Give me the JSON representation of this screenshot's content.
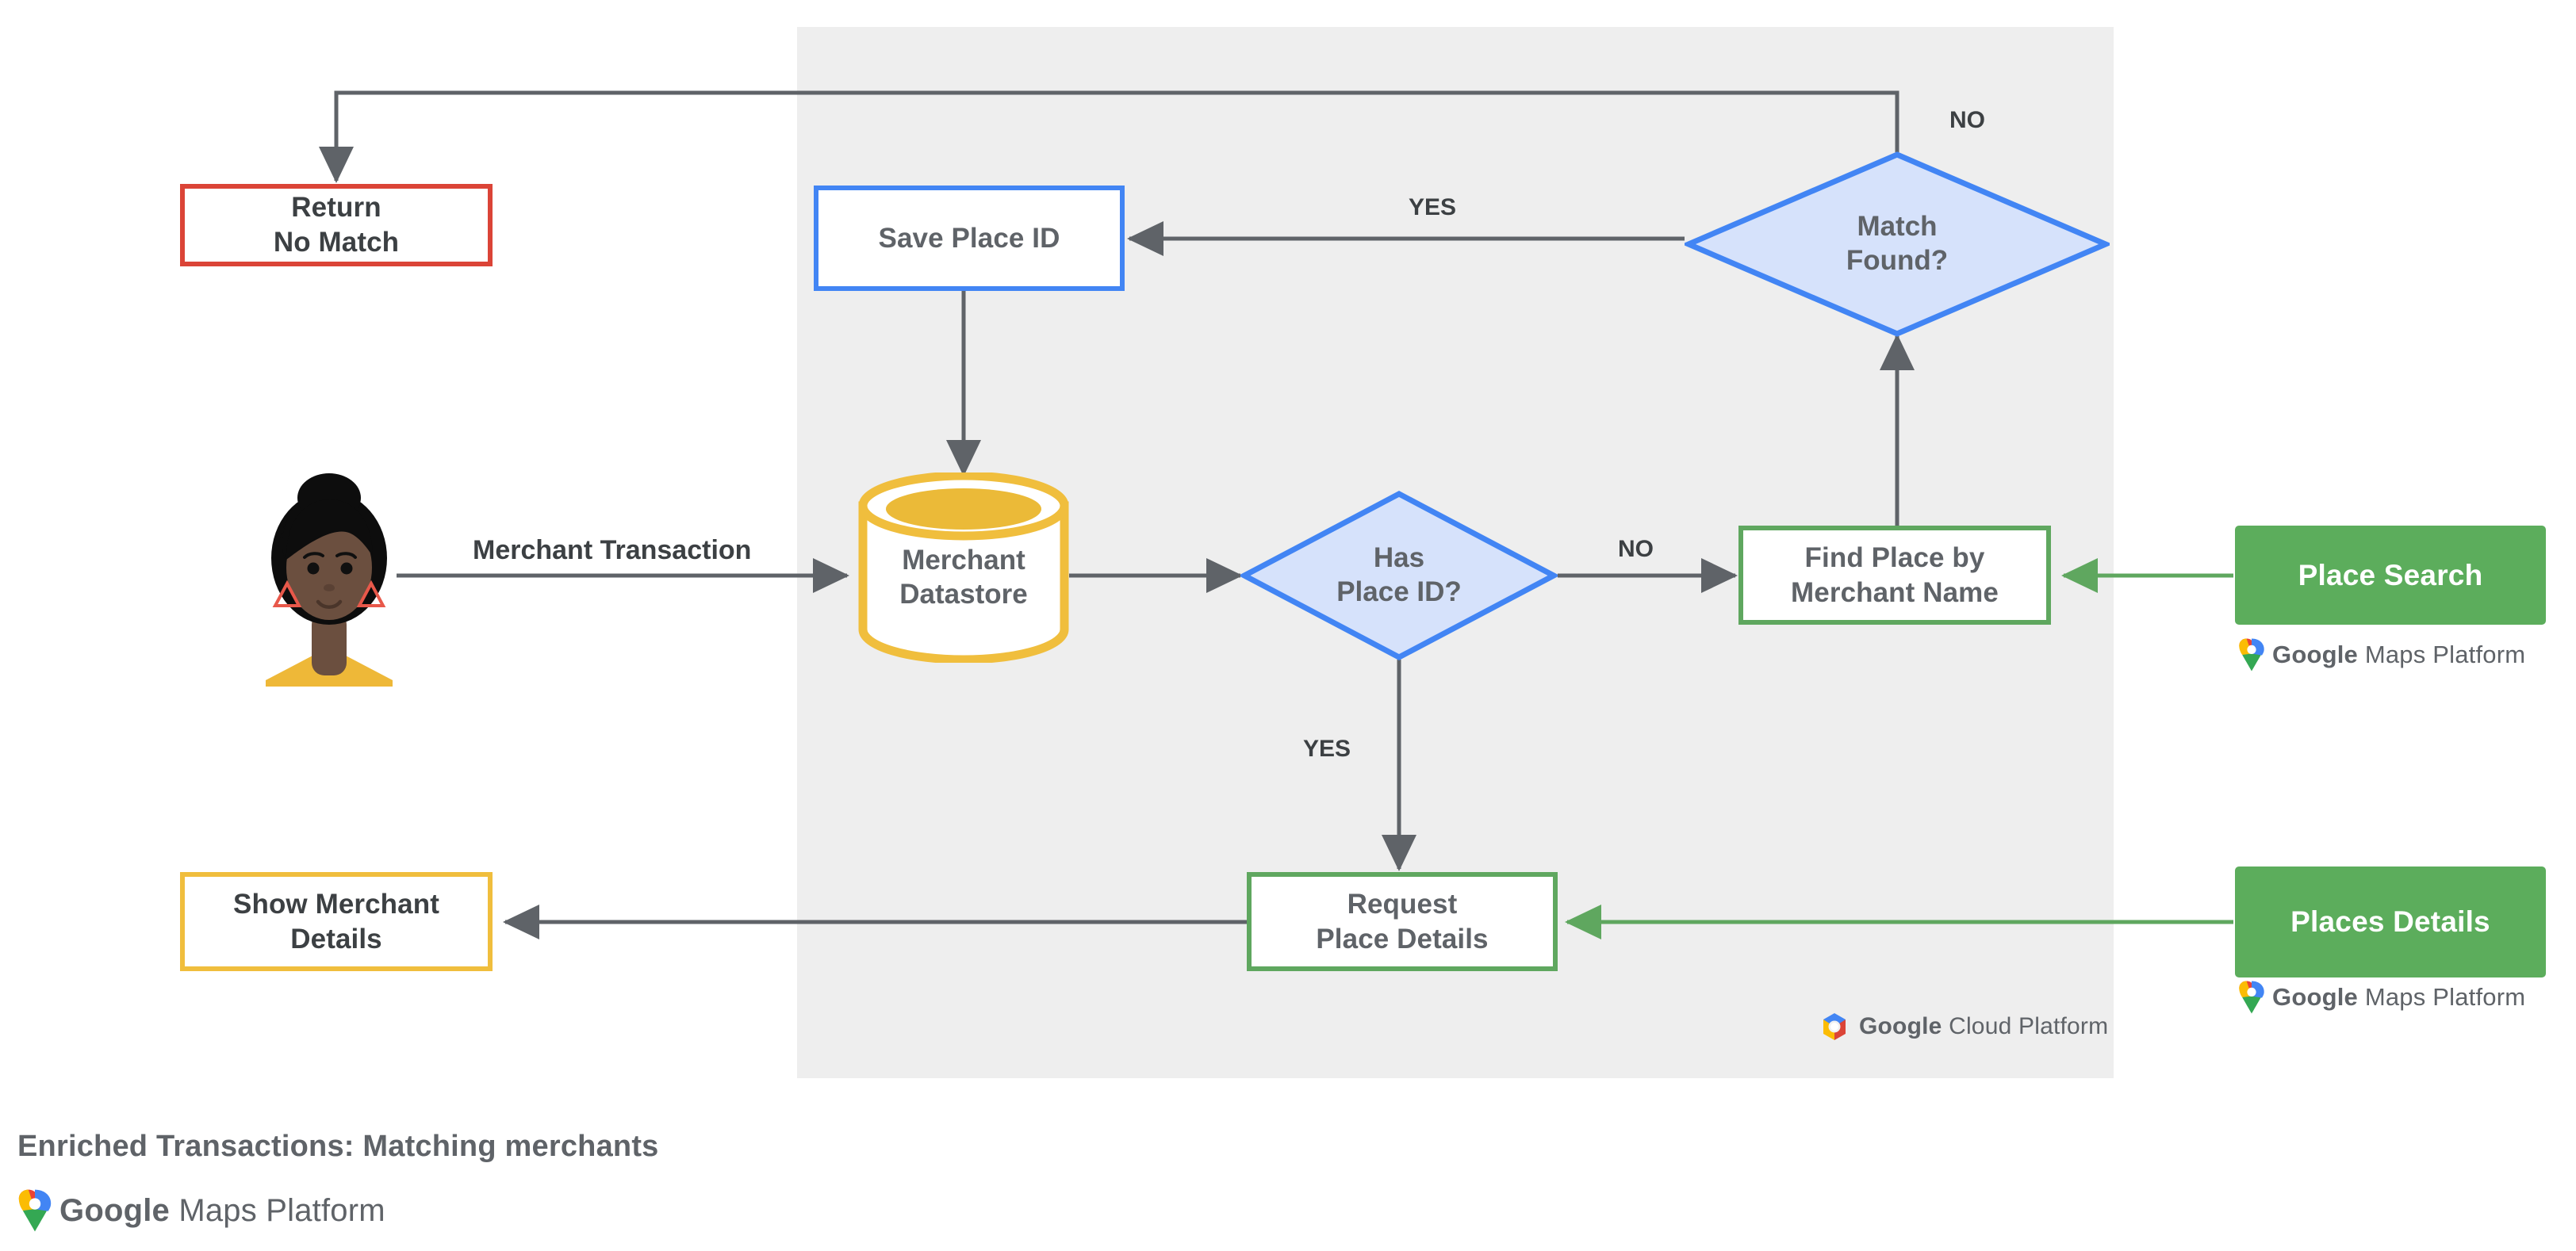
{
  "diagram": {
    "title": "Enriched Transactions: Matching merchants",
    "panel_logo": {
      "prefix": "Google",
      "suffix": "Cloud Platform"
    },
    "footer_logo": {
      "prefix": "Google",
      "suffix": "Maps Platform"
    },
    "colors": {
      "panel_background": "#eeeeee",
      "red": "#DB4437",
      "blue": "#4285F4",
      "blue_fill": "#D6E2FB",
      "green": "#5FA75F",
      "green_fill": "#5CAD5C",
      "amber": "#F0BE3D",
      "connector": "#5F6368",
      "text": "#5F6368"
    },
    "nodes": {
      "return_no_match": {
        "label_line1": "Return",
        "label_line2": "No Match"
      },
      "save_place_id": {
        "label": "Save Place ID"
      },
      "match_found": {
        "label_line1": "Match",
        "label_line2": "Found?"
      },
      "merchant_datastore": {
        "label_line1": "Merchant",
        "label_line2": "Datastore"
      },
      "has_place_id": {
        "label_line1": "Has",
        "label_line2": "Place ID?"
      },
      "find_place": {
        "label_line1": "Find Place by",
        "label_line2": "Merchant Name"
      },
      "place_search": {
        "label": "Place Search"
      },
      "request_place_details": {
        "label_line1": "Request",
        "label_line2": "Place Details"
      },
      "places_details": {
        "label": "Places Details"
      },
      "show_merchant_details": {
        "label_line1": "Show Merchant",
        "label_line2": "Details"
      },
      "user": {
        "label": "customer-avatar"
      }
    },
    "edge_labels": {
      "merchant_transaction": "Merchant Transaction",
      "has_place_id_no": "NO",
      "has_place_id_yes": "YES",
      "match_found_yes": "YES",
      "match_found_no": "NO"
    }
  }
}
